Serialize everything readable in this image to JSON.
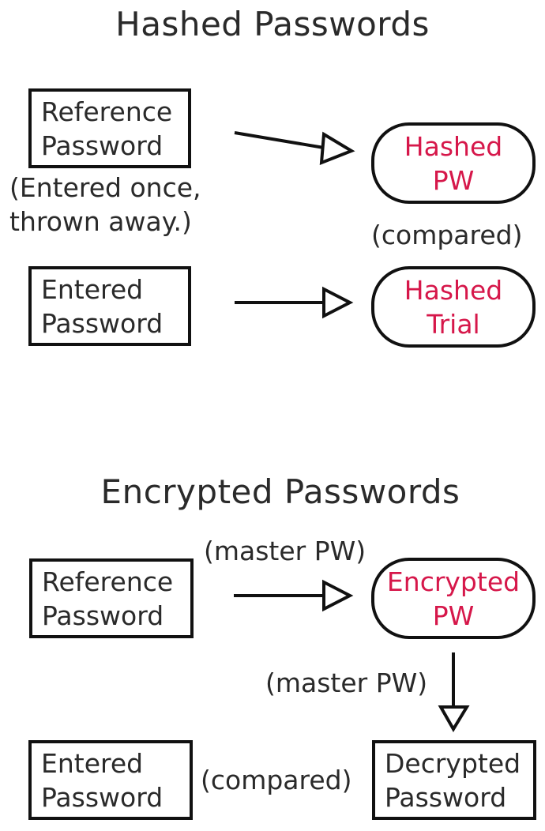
{
  "hashed": {
    "title": "Hashed Passwords",
    "reference_box": {
      "line1": "Reference",
      "line2": "Password"
    },
    "reference_note": {
      "line1": "(Entered once,",
      "line2": "thrown away.)"
    },
    "hashed_pw": {
      "line1": "Hashed",
      "line2": "PW"
    },
    "compared": "(compared)",
    "entered_box": {
      "line1": "Entered",
      "line2": "Password"
    },
    "hashed_trial": {
      "line1": "Hashed",
      "line2": "Trial"
    }
  },
  "encrypted": {
    "title": "Encrypted Passwords",
    "master_pw_top": "(master PW)",
    "reference_box": {
      "line1": "Reference",
      "line2": "Password"
    },
    "encrypted_pw": {
      "line1": "Encrypted",
      "line2": "PW"
    },
    "master_pw_side": "(master PW)",
    "entered_box": {
      "line1": "Entered",
      "line2": "Password"
    },
    "compared": "(compared)",
    "decrypted_box": {
      "line1": "Decrypted",
      "line2": "Password"
    }
  },
  "colors": {
    "accent": "#d6174a",
    "stroke": "#111111",
    "text": "#2a2a2a"
  }
}
